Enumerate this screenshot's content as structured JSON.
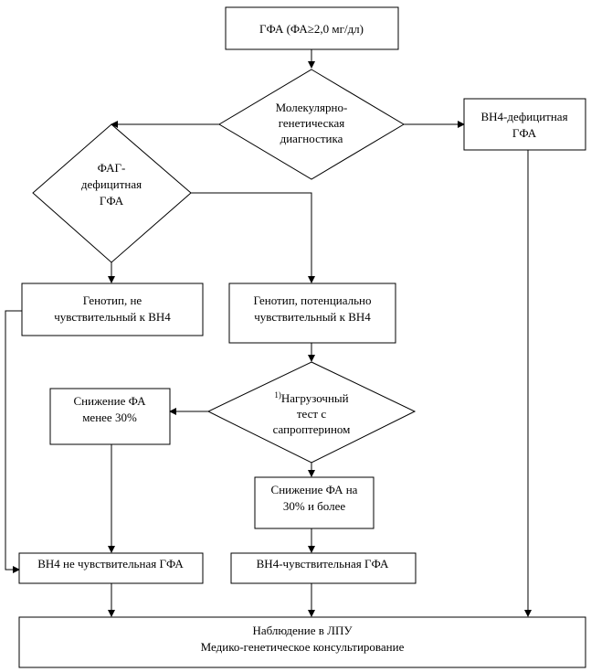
{
  "nodes": {
    "gfa": {
      "lines": [
        "ГФА (ФА≥2,0 мг/дл)"
      ]
    },
    "molecular": {
      "lines": [
        "Молекулярно-",
        "генетическая",
        "диагностика"
      ]
    },
    "bh4_def": {
      "lines": [
        "ВН4-дефицитная",
        "ГФА"
      ]
    },
    "fag_def": {
      "lines": [
        "ФАГ-",
        "дефицитная",
        "ГФА"
      ]
    },
    "geno_not": {
      "lines": [
        "Генотип, не",
        "чувствительный к ВН4"
      ]
    },
    "geno_pot": {
      "lines": [
        "Генотип, потенциально",
        "чувствительный к ВН4"
      ]
    },
    "load_test": {
      "sup": "1)",
      "lines": [
        "Нагрузочный",
        "тест с",
        "сапроптерином"
      ]
    },
    "drop_less": {
      "lines": [
        "Снижение ФА",
        "менее 30%"
      ]
    },
    "drop_more": {
      "lines": [
        "Снижение ФА на",
        "30% и более"
      ]
    },
    "bh4_insens": {
      "lines": [
        "ВН4 не чувствительная ГФА"
      ]
    },
    "bh4_sens": {
      "lines": [
        "ВН4-чувствительная ГФА"
      ]
    },
    "observation": {
      "lines": [
        "Наблюдение в ЛПУ",
        "Медико-генетическое консультирование"
      ]
    }
  }
}
